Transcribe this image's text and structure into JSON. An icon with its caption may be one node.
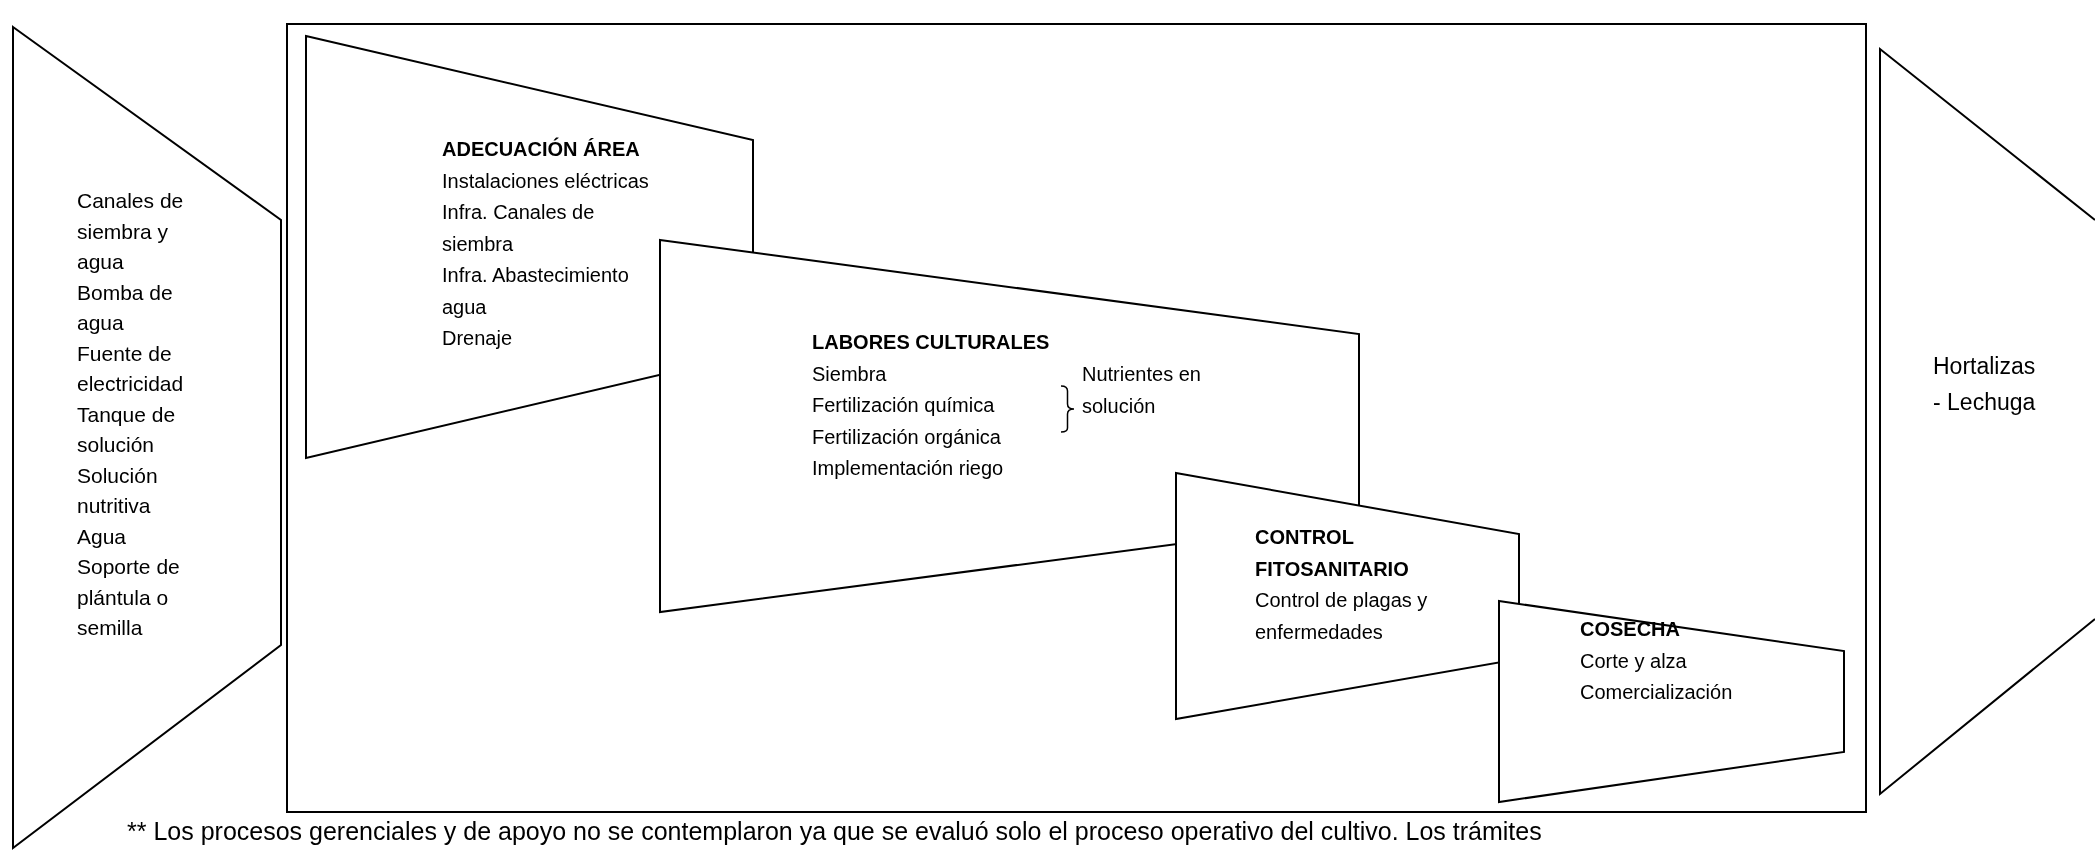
{
  "diagram": {
    "nodes": [
      {
        "text": [
          "Canales de siembra y agua",
          "Bomba de agua",
          "Fuente de electricidad",
          "Tanque de solución",
          "Solución nutritiva",
          "Agua",
          "Soporte de plántula o semilla"
        ]
      },
      {
        "text": [],
        "shape": "box"
      },
      {
        "text": [
          "ADECUACIÓN ÁREA",
          "Instalaciones eléctricas",
          "Infra. Canales de siembra",
          "Infra. Abastecimiento agua",
          "Drenaje"
        ],
        "in": 1
      },
      {
        "text": [
          "LABORES CULTURALES",
          "Siembra",
          "Fertilización química",
          "Fertilización orgánica",
          "Implementación riego",
          "Nutrientes en solución"
        ],
        "in": 1
      },
      {
        "text": [
          "CONTROL FITOSANITARIO",
          "Control de plagas y enfermedades"
        ],
        "in": 1
      },
      {
        "text": [
          "COSECHA",
          "Corte y alza",
          "Comercialización"
        ],
        "in": 1
      },
      {
        "text": [
          "Hortalizas",
          "- Lechuga"
        ]
      }
    ],
    "labels": [
      "** Los procesos gerenciales y de apoyo no se contemplaron ya que se evaluó solo el proceso operativo del cultivo. Los trámites"
    ]
  }
}
